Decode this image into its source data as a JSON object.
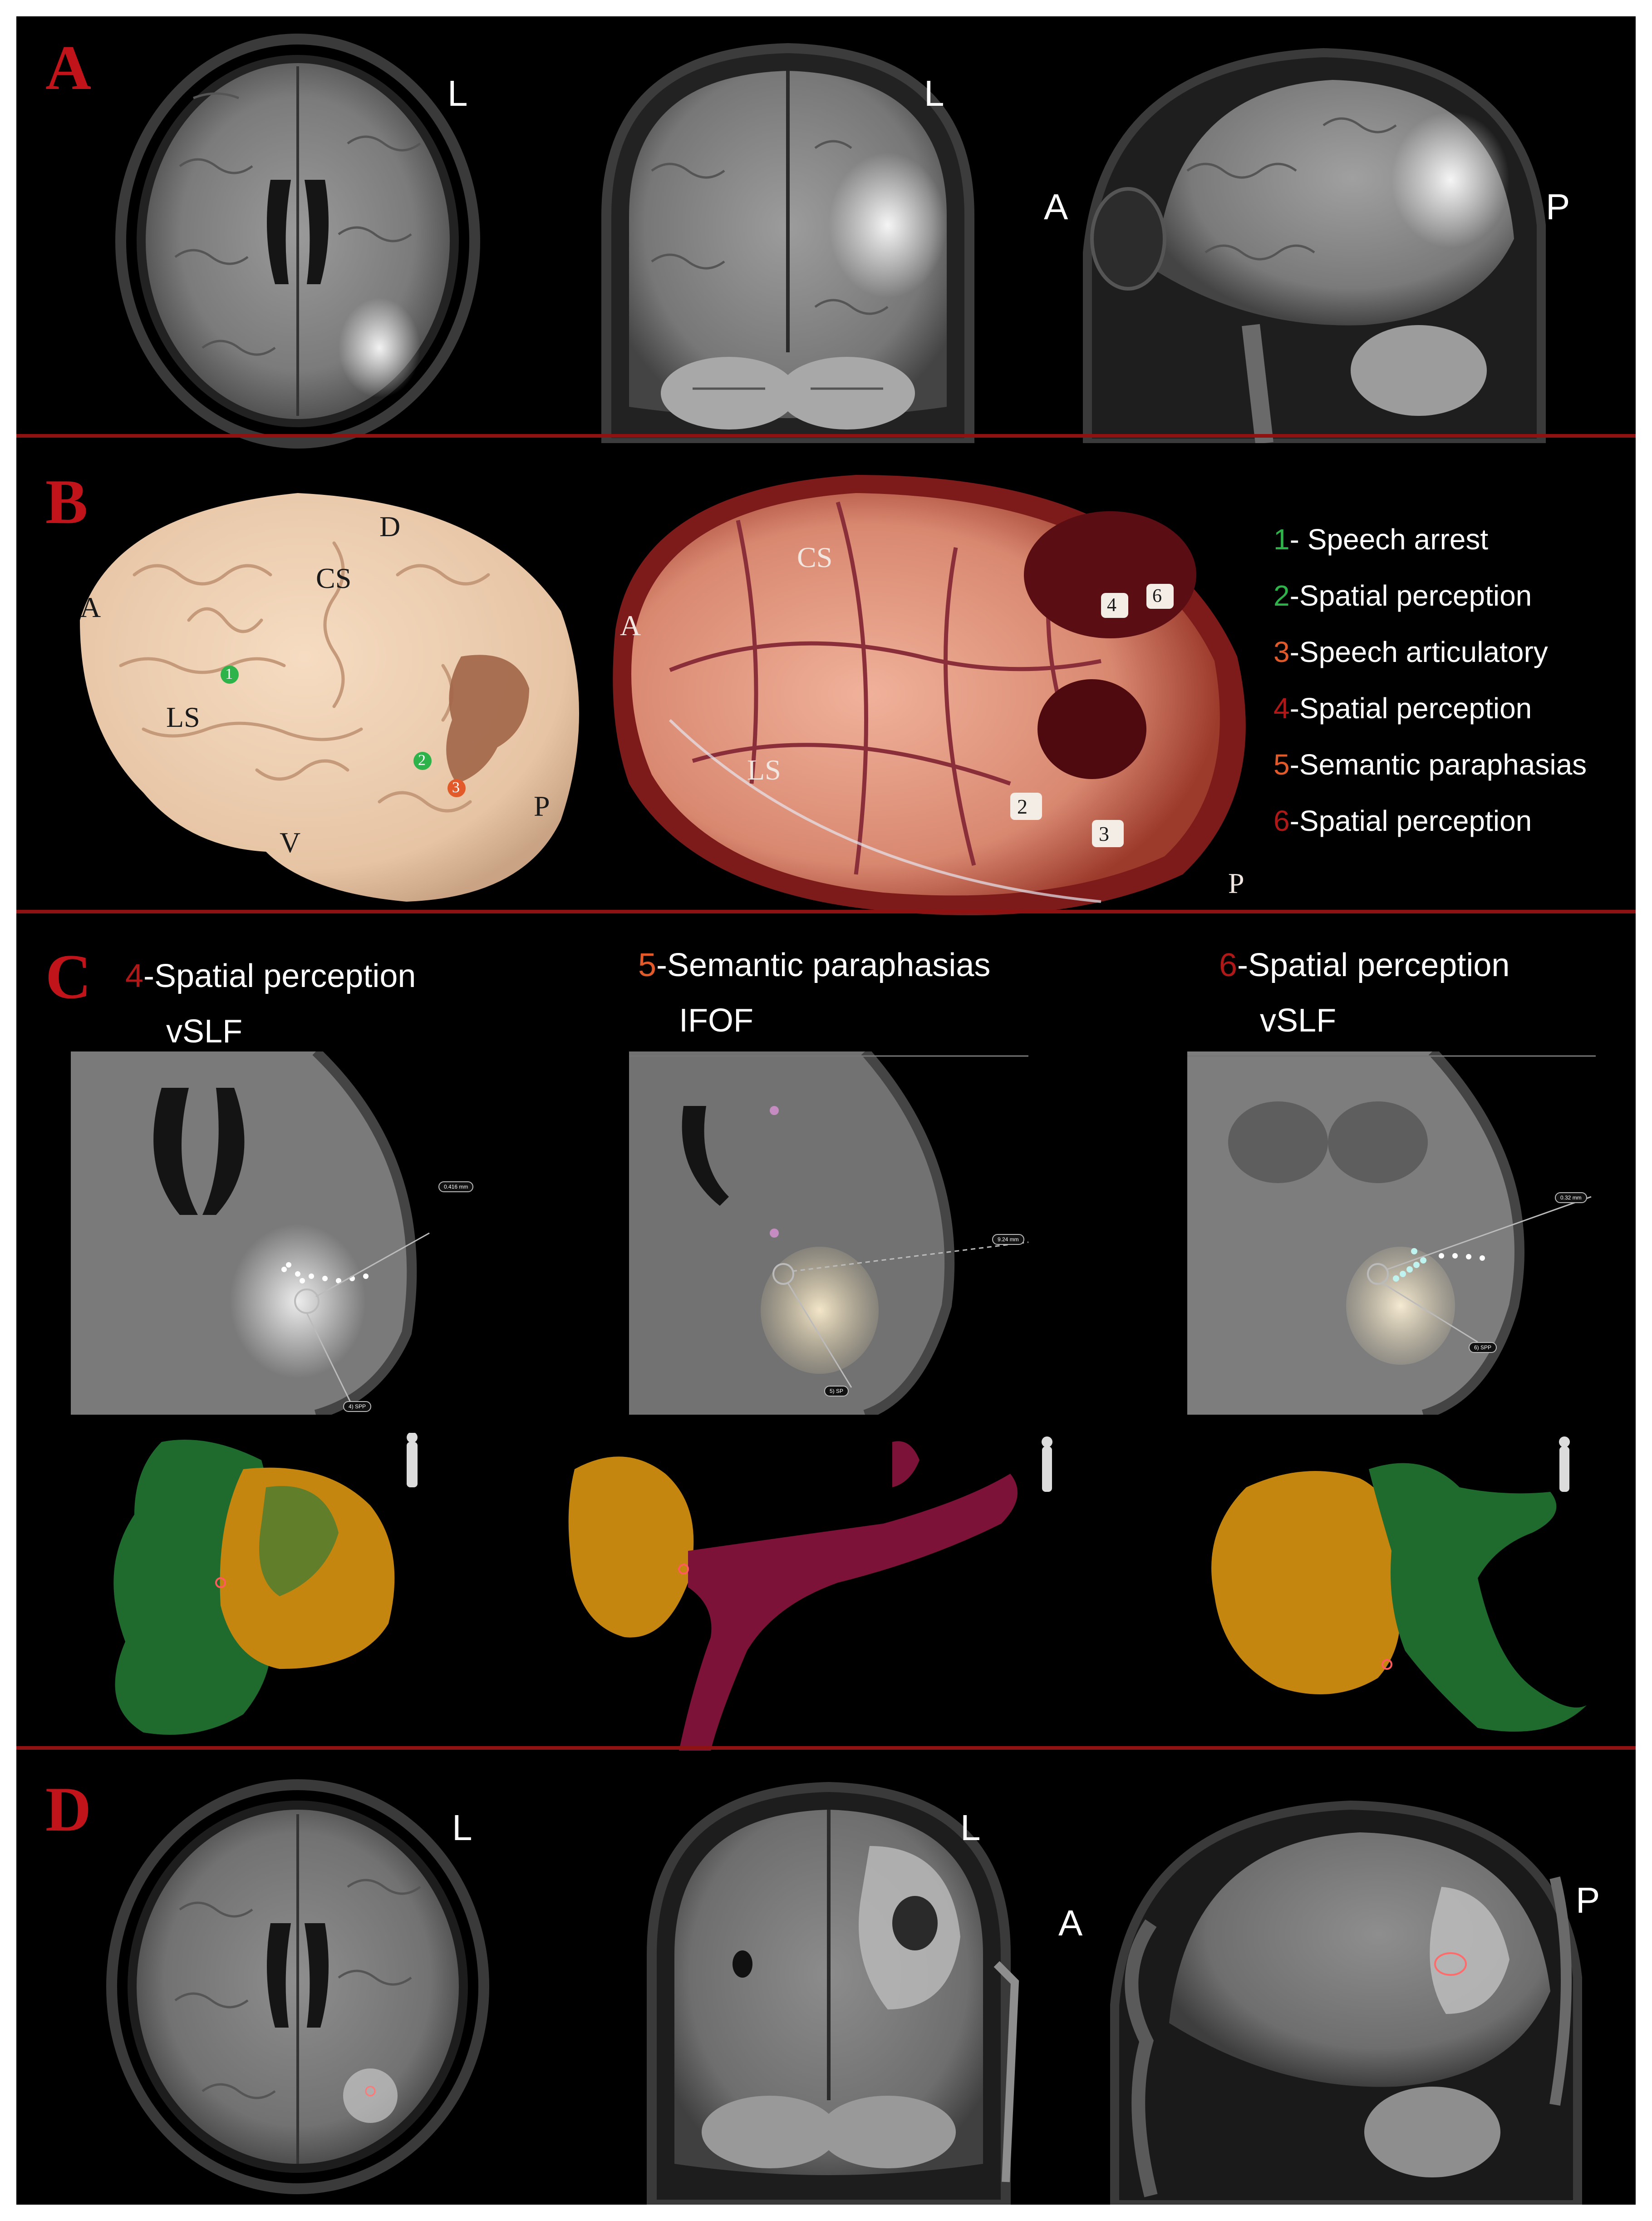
{
  "colors": {
    "background": "#000000",
    "divider": "#8e1212",
    "panel_letter": "#c0141a",
    "green_number": "#2db34a",
    "orange_number": "#e25a2a",
    "red_number": "#b01818",
    "brain_model": "#eecfb2",
    "tumor_orange": "#c5860f",
    "tract_green": "#1f6b2e",
    "tract_magenta": "#7d1239"
  },
  "panel_a": {
    "letter": "A",
    "axial_orientation": "L",
    "coronal_orientation": "L",
    "sagittal_anterior": "A",
    "sagittal_posterior": "P"
  },
  "panel_b": {
    "letter": "B",
    "model_labels": {
      "dorsal": "D",
      "central_sulcus": "CS",
      "anterior": "A",
      "lateral_sulcus": "LS",
      "ventral": "V",
      "posterior": "P"
    },
    "model_markers": [
      "1",
      "2",
      "3"
    ],
    "photo_labels": {
      "central_sulcus": "CS",
      "anterior": "A",
      "lateral_sulcus": "LS",
      "posterior": "P"
    },
    "photo_tags": [
      "2",
      "3",
      "4",
      "6"
    ],
    "legend": [
      {
        "number": "1",
        "text": "- Speech arrest",
        "color": "green"
      },
      {
        "number": "2",
        "text": "-Spatial perception",
        "color": "green"
      },
      {
        "number": "3",
        "text": "-Speech articulatory",
        "color": "orange"
      },
      {
        "number": "4",
        "text": "-Spatial perception",
        "color": "red"
      },
      {
        "number": "5",
        "text": "-Semantic paraphasias",
        "color": "orange"
      },
      {
        "number": "6",
        "text": "-Spatial perception",
        "color": "red"
      }
    ]
  },
  "panel_c": {
    "letter": "C",
    "columns": [
      {
        "number": "4",
        "title": "-Spatial perception",
        "tract": "vSLF",
        "distance": "0.416 mm",
        "point": "4) SPP",
        "number_color": "red"
      },
      {
        "number": "5",
        "title": "-Semantic paraphasias",
        "tract": "IFOF",
        "distance": "9.24 mm",
        "point": "5) SP",
        "number_color": "orange"
      },
      {
        "number": "6",
        "title": "-Spatial perception",
        "tract": "vSLF",
        "distance": "0.32 mm",
        "point": "6) SPP",
        "number_color": "red"
      }
    ]
  },
  "panel_d": {
    "letter": "D",
    "axial_orientation": "L",
    "coronal_orientation": "L",
    "sagittal_anterior": "A",
    "sagittal_posterior": "P"
  }
}
